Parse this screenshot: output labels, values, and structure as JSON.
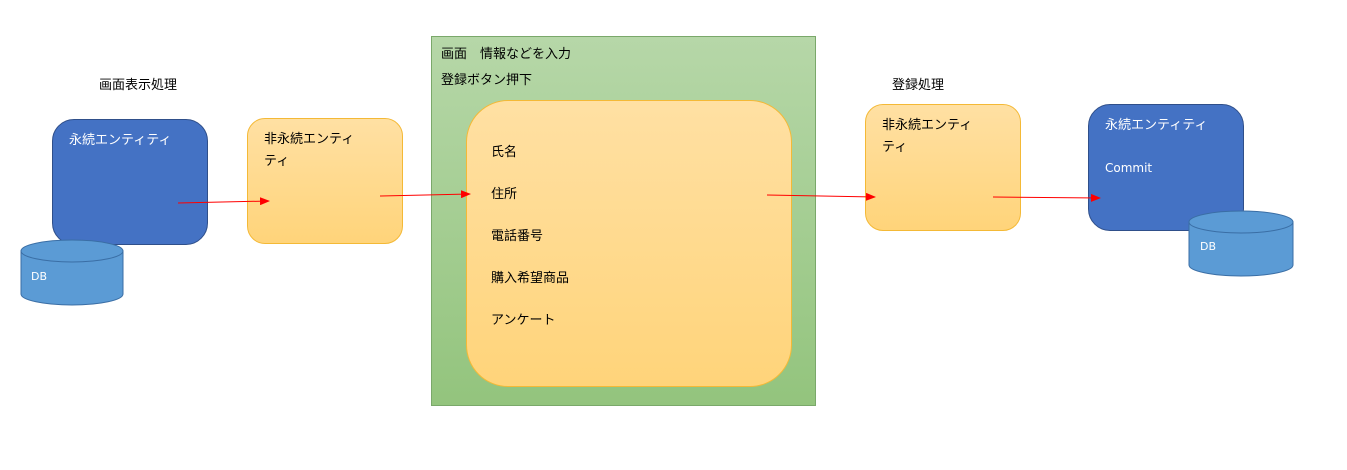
{
  "labels": {
    "display_process": "画面表示処理",
    "register_process": "登録処理"
  },
  "entities": {
    "persistent_left": "永続エンティティ",
    "transient_left": "非永続エンティ\nティ",
    "transient_right": "非永続エンティ\nティ",
    "persistent_right": "永続エンティティ",
    "commit": "Commit"
  },
  "db": {
    "left": "DB",
    "right": "DB"
  },
  "screen": {
    "title_line1": "画面　情報などを入力",
    "title_line2": "登録ボタン押下",
    "fields": [
      "氏名",
      "住所",
      "電話番号",
      "購入希望商品",
      "アンケート"
    ]
  },
  "colors": {
    "blue_box": "#4472c4",
    "db_cylinder": "#5b9bd5",
    "orange_box": "#ffd97e",
    "green_panel": "#a9d08e",
    "arrow": "#ff0000"
  }
}
